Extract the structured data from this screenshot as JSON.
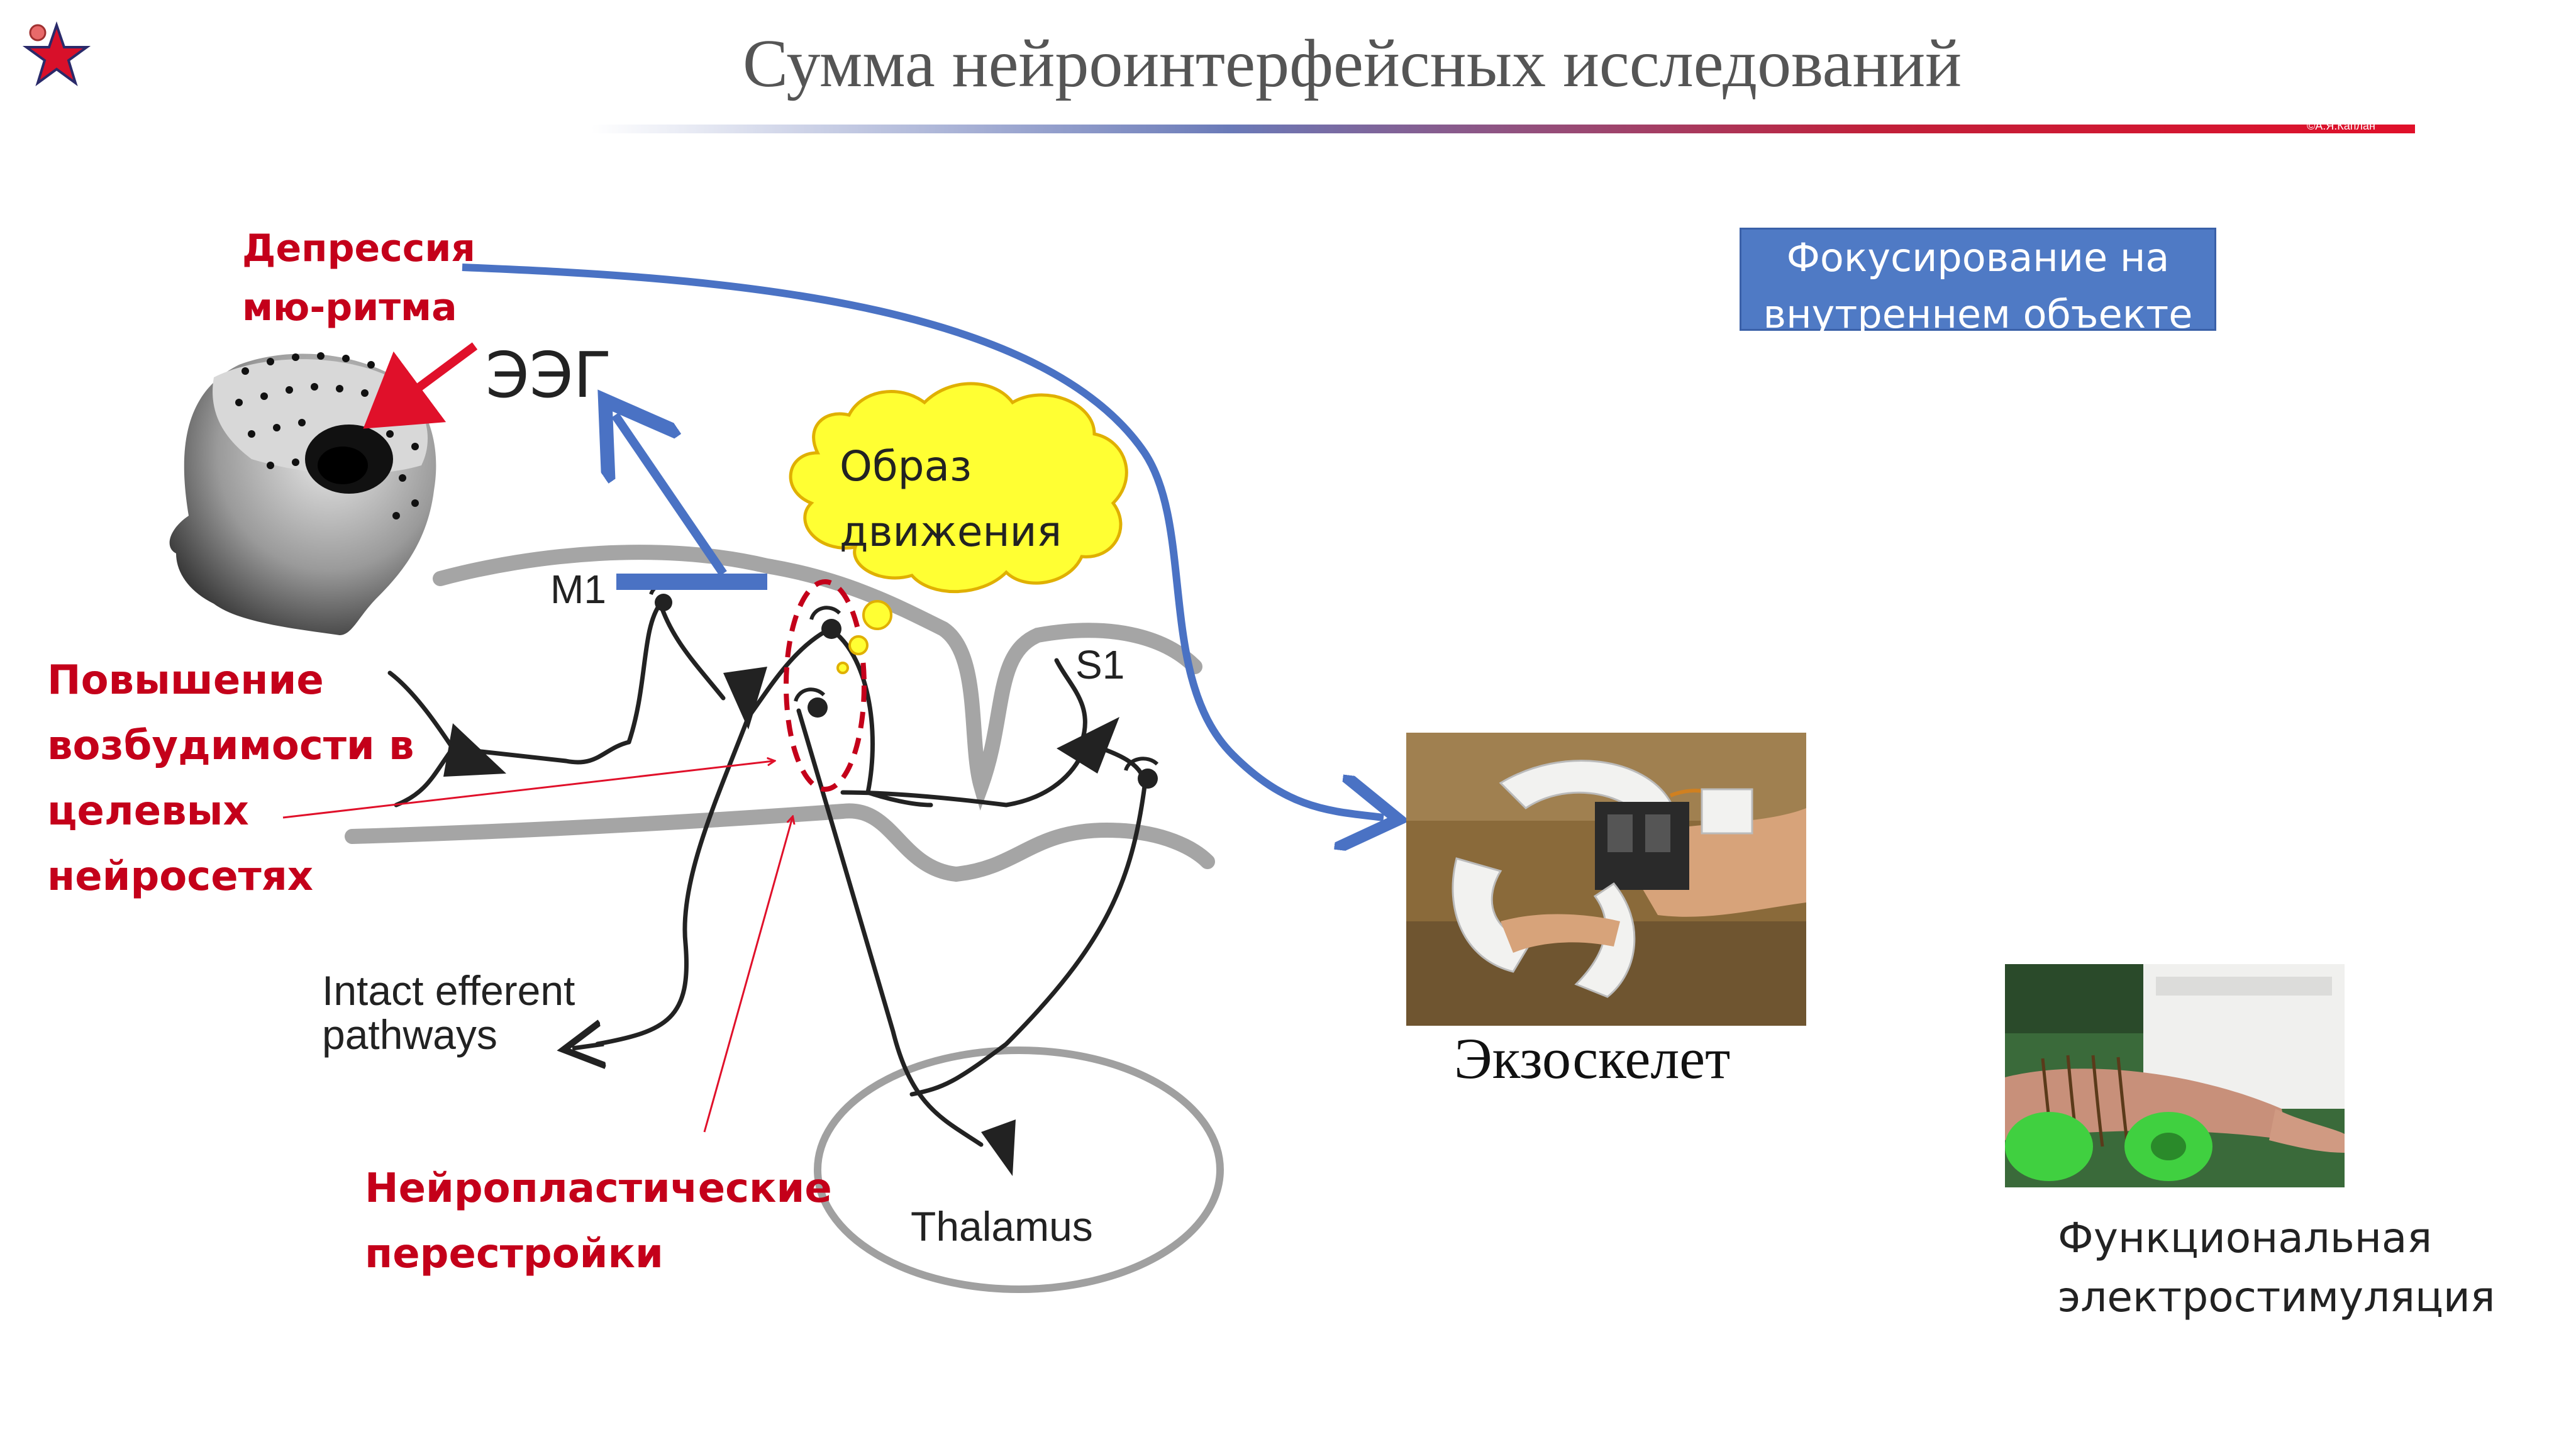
{
  "slide": {
    "title": "Сумма нейроинтерфейсных исследований",
    "copyright": "©А.Я.Каплан"
  },
  "labels": {
    "mu_rhythm_line1": "Депрессия",
    "mu_rhythm_line2": "мю-ритма",
    "eeg": "ЭЭГ",
    "motor_image_line1": "Образ",
    "motor_image_line2": "движения",
    "m1": "M1",
    "s1": "S1",
    "excitability_line1": "Повышение",
    "excitability_line2": "возбудимости в",
    "excitability_line3": "целевых",
    "excitability_line4": "нейросетях",
    "efferent_line1": "Intact efferent",
    "efferent_line2": "pathways",
    "neuroplastic_line1": "Нейропластические",
    "neuroplastic_line2": "перестройки",
    "thalamus": "Thalamus",
    "focus_line1": "Фокусирование на",
    "focus_line2": "внутреннем объекте",
    "exoskeleton": "Экзоскелет",
    "fes_line1": "Функциональная",
    "fes_line2": "электростимуляция"
  },
  "colors": {
    "red_text": "#c4001a",
    "blue_arrow": "#4a72c4",
    "cloud_fill": "#ffff33",
    "focus_box": "#4f7ac5",
    "cortex_gray": "#a0a0a0"
  },
  "icons": {
    "logo": "red-star-icon"
  }
}
